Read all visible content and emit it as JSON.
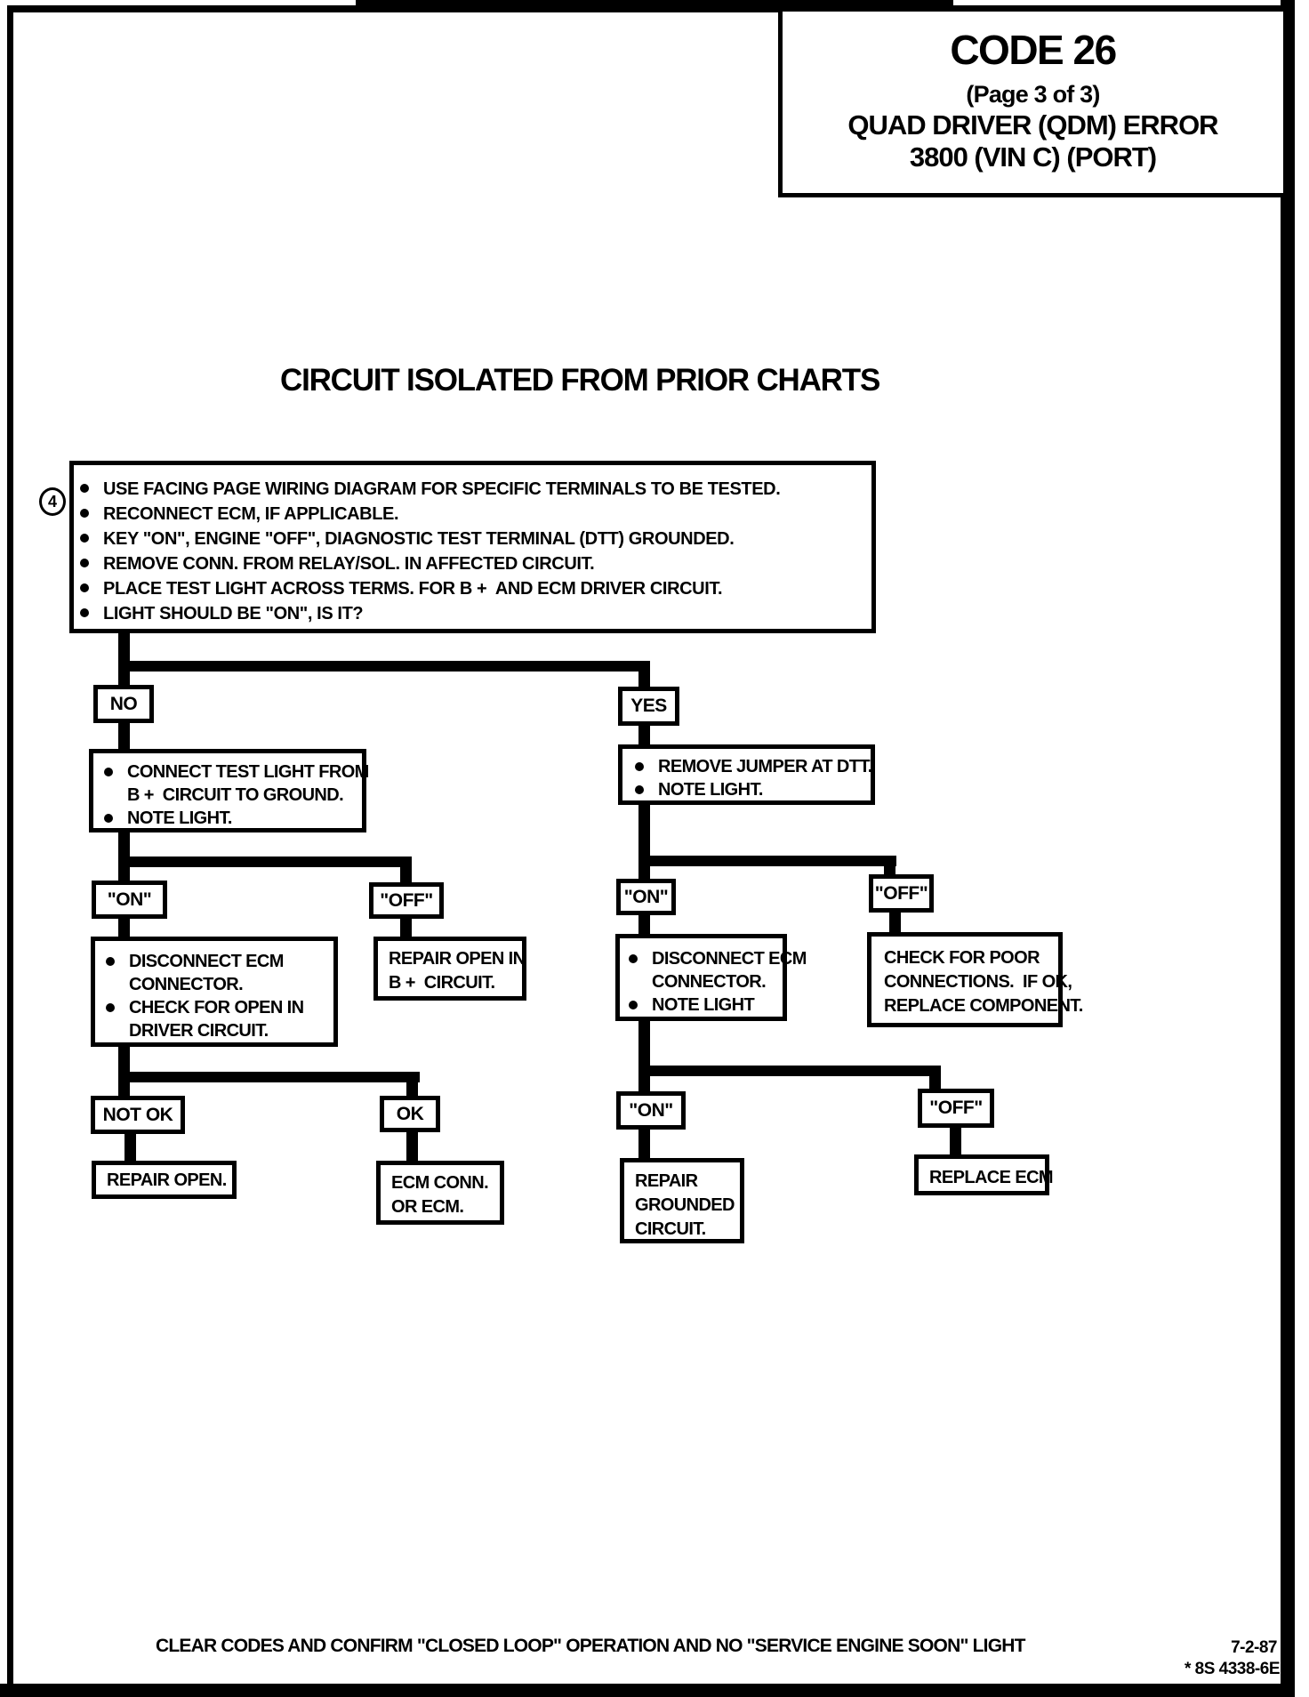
{
  "title_block": {
    "code": "CODE 26",
    "page_info": "(Page 3 of 3)",
    "line1": "QUAD DRIVER (QDM) ERROR",
    "line2": "3800  (VIN C)  (PORT)"
  },
  "heading": "CIRCUIT ISOLATED FROM PRIOR CHARTS",
  "step_number": "4",
  "flow": {
    "start": {
      "bullets": [
        "USE FACING PAGE WIRING DIAGRAM FOR SPECIFIC TERMINALS TO BE TESTED.",
        "RECONNECT ECM, IF APPLICABLE.",
        "KEY \"ON\", ENGINE \"OFF\", DIAGNOSTIC TEST TERMINAL (DTT) GROUNDED.",
        "REMOVE CONN. FROM RELAY/SOL. IN AFFECTED CIRCUIT.",
        "PLACE TEST LIGHT ACROSS TERMS. FOR B +  AND ECM DRIVER CIRCUIT.",
        "LIGHT SHOULD BE \"ON\", IS IT?"
      ]
    },
    "no_label": "NO",
    "yes_label": "YES",
    "no_branch": {
      "action": {
        "bullets": [
          "CONNECT TEST LIGHT FROM\nB +  CIRCUIT TO GROUND.",
          "NOTE LIGHT."
        ]
      },
      "on_label": "\"ON\"",
      "off_label": "\"OFF\"",
      "on_action": {
        "bullets": [
          "DISCONNECT ECM\nCONNECTOR.",
          "CHECK FOR OPEN IN\nDRIVER CIRCUIT."
        ]
      },
      "off_action": "REPAIR OPEN IN\nB +  CIRCUIT.",
      "not_ok_label": "NOT OK",
      "ok_label": "OK",
      "not_ok_action": "REPAIR OPEN.",
      "ok_action": "ECM CONN.\nOR ECM."
    },
    "yes_branch": {
      "action": {
        "bullets": [
          "REMOVE JUMPER AT DTT.",
          "NOTE LIGHT."
        ]
      },
      "on_label": "\"ON\"",
      "off_label": "\"OFF\"",
      "on_action": {
        "bullets": [
          "DISCONNECT ECM\nCONNECTOR.",
          "NOTE LIGHT"
        ]
      },
      "off_action": "CHECK FOR POOR\nCONNECTIONS.  IF OK,\nREPLACE COMPONENT.",
      "on2_label": "\"ON\"",
      "off2_label": "\"OFF\"",
      "on2_action": "REPAIR\nGROUNDED\nCIRCUIT.",
      "off2_action": "REPLACE ECM"
    }
  },
  "footer": {
    "note": "CLEAR CODES AND CONFIRM \"CLOSED LOOP\" OPERATION AND NO \"SERVICE ENGINE SOON\" LIGHT",
    "date": "7-2-87",
    "doc_number": "* 8S 4338-6E"
  }
}
